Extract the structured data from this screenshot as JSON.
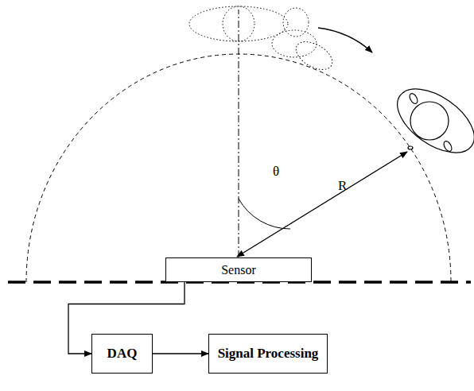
{
  "diagram": {
    "nodes": [
      {
        "text": [
          "Sensor"
        ]
      },
      {
        "text": [
          "DAQ"
        ]
      },
      {
        "text": [
          "Signal Processing"
        ]
      }
    ],
    "edges": [
      {
        "from": 0,
        "to": 1,
        "arrow": "to"
      },
      {
        "from": 1,
        "to": 2,
        "arrow": "to"
      }
    ],
    "labels": [
      "θ",
      "R"
    ]
  }
}
